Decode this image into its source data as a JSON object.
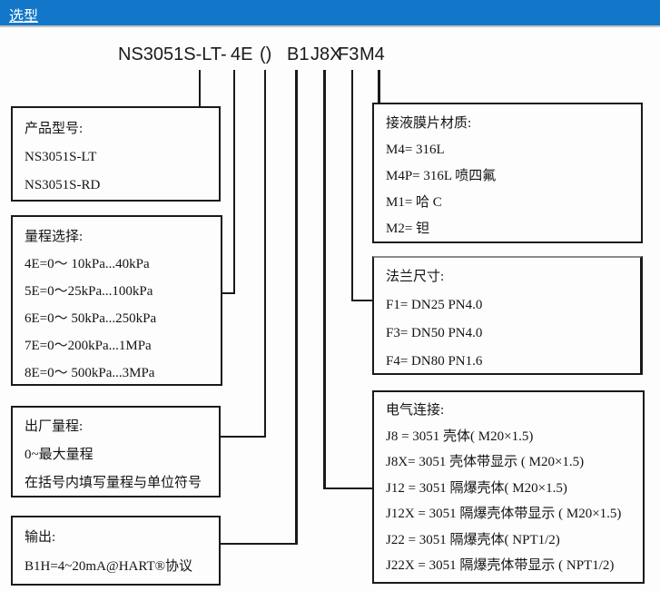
{
  "header": {
    "label": "选型",
    "bar_color": "#1277c9"
  },
  "model_code": {
    "full": "NS3051S-LT - 4E () B1 J8X F3 M4",
    "segments": [
      "NS3051S-LT",
      "-",
      "4E",
      "()",
      "B1",
      "J8X",
      "F3",
      "M4"
    ]
  },
  "boxes": {
    "product_model": {
      "title": "产品型号:",
      "items": [
        "NS3051S-LT",
        "NS3051S-RD"
      ]
    },
    "range_selection": {
      "title": "量程选择:",
      "items": [
        "4E=0～ 10kPa...40kPa",
        "5E=0～25kPa...100kPa",
        "6E=0～ 50kPa...250kPa",
        "7E=0～200kPa...1MPa",
        "8E=0～ 500kPa...3MPa"
      ]
    },
    "factory_range": {
      "title": "出厂量程:",
      "items": [
        "0~最大量程",
        "在括号内填写量程与单位符号"
      ]
    },
    "output": {
      "title": "输出:",
      "items": [
        "B1H=4~20mA@HART®协议"
      ]
    },
    "diaphragm_material": {
      "title": "接液膜片材质:",
      "items": [
        "M4= 316L",
        "M4P= 316L 喷四氟",
        "M1= 哈 C",
        "M2= 钽"
      ]
    },
    "flange_size": {
      "title": "法兰尺寸:",
      "items": [
        "F1= DN25 PN4.0",
        "F3= DN50 PN4.0",
        "F4= DN80 PN1.6"
      ]
    },
    "electrical_connection": {
      "title": "电气连接:",
      "items": [
        "J8 = 3051 壳体( M20×1.5)",
        "J8X= 3051 壳体带显示 ( M20×1.5)",
        "J12 = 3051 隔爆壳体( M20×1.5)",
        "J12X = 3051 隔爆壳体带显示 ( M20×1.5)",
        "J22 = 3051 隔爆壳体( NPT1/2)",
        "J22X = 3051 隔爆壳体带显示 ( NPT1/2)"
      ]
    }
  }
}
